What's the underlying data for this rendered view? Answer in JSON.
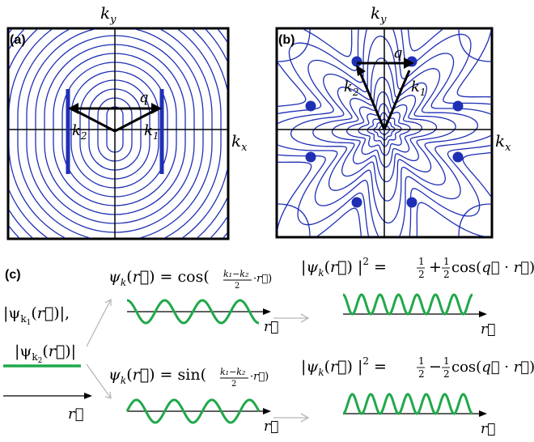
{
  "panel_a": {
    "label": "(a)",
    "axis_x_label": "k_x",
    "axis_y_label": "k_y",
    "vector_q_label": "q",
    "vector_k1_label": "k_1",
    "vector_k2_label": "k_2"
  },
  "panel_b": {
    "label": "(b)",
    "axis_x_label": "k_x",
    "axis_y_label": "k_y",
    "vector_q_label": "q",
    "vector_k1_label": "k_1",
    "vector_k2_label": "k_2"
  },
  "panel_c": {
    "label": "(c)",
    "left_psi_line1": "|ψ_{k₁}(r⃗)|,",
    "left_psi_line2": "|ψ_{k₂}(r⃗)|",
    "left_r": "r⃗",
    "cos_eq": "ψ_k(r⃗) = cos((k₁−k₂)/2 · r⃗)",
    "sin_eq": "ψ_k(r⃗) = sin((k₁−k₂)/2 · r⃗)",
    "sq_cos_eq": "|ψ_k(r⃗)|² = 1/2 + 1/2 cos(q⃗ · r⃗)",
    "sq_sin_eq": "|ψ_k(r⃗)|² = 1/2 − 1/2 cos(q⃗ · r⃗)",
    "r_label": "r⃗"
  },
  "colors": {
    "contour": "#1f2fb5",
    "wave": "#21a84a",
    "arrow_gray": "#b8b8b8",
    "axis": "#000000"
  }
}
